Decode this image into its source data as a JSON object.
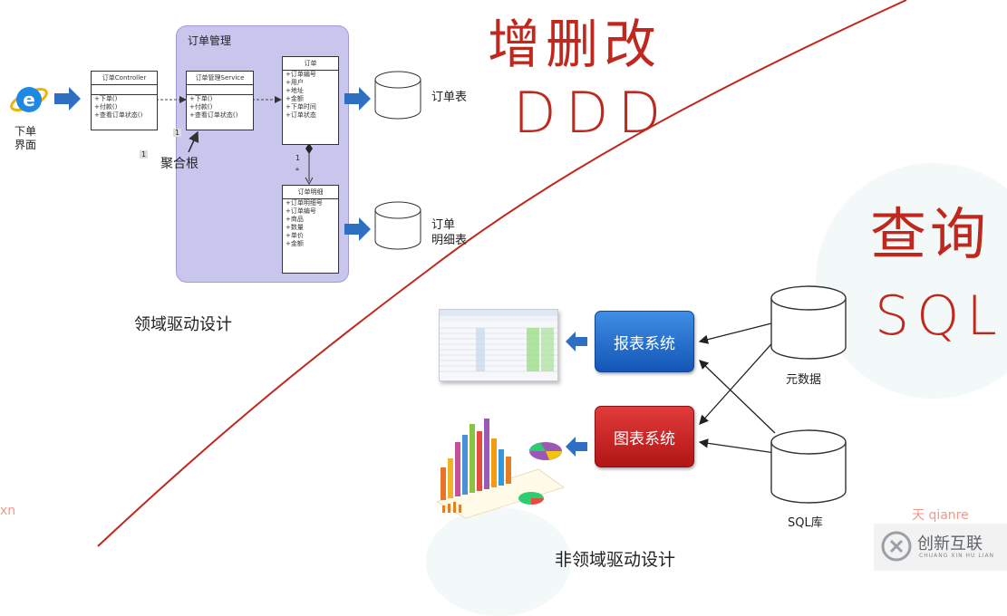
{
  "diagram": {
    "ie_label": "下单\n界面",
    "aggregate_title": "订单管理",
    "controller": {
      "title": "订单Controller",
      "methods": [
        "+下单()",
        "+付款()",
        "+查看订单状态()"
      ]
    },
    "service": {
      "title": "订单管理Service",
      "methods": [
        "+下单()",
        "+付款()",
        "+查看订单状态()"
      ]
    },
    "order": {
      "title": "订单",
      "fields": [
        "+订单编号",
        "+用户",
        "+地址",
        "+金额",
        "+下单时间",
        "+订单状态"
      ]
    },
    "order_detail": {
      "title": "订单明细",
      "fields": [
        "+订单明细号",
        "+订单编号",
        "+商品",
        "+数量",
        "+单价",
        "+金额"
      ]
    },
    "multiplicity_top": "1",
    "multiplicity_bottom": "*",
    "marker_1": "1",
    "marker_2": "1",
    "aggregate_root_label": "聚合根",
    "table_order": "订单表",
    "table_detail": "订单\n明细表",
    "caption_ddd": "领域驱动设计",
    "report_system": "报表系统",
    "chart_system": "图表系统",
    "metadata": "元数据",
    "sql_db": "SQL库",
    "caption_non_ddd": "非领域驱动设计"
  },
  "annotations": {
    "crud": "增删改",
    "ddd": "DDD",
    "query": "查询",
    "sql": "SQL"
  },
  "watermarks": {
    "left": "xn",
    "right": "天 qianre",
    "logo_text": "创新互联",
    "logo_sub": "CHUANG XIN HU LIAN"
  },
  "colors": {
    "aggregate_bg": "#c9c6ee",
    "arrow_blue": "#2f6fc3",
    "report_blue": "#1f66c8",
    "chart_red": "#c82020",
    "hand_red": "#c0281e"
  }
}
